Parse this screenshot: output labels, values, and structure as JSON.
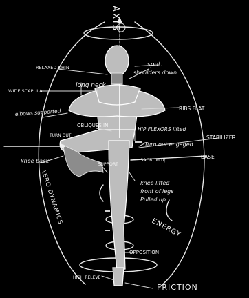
{
  "labels": {
    "axis": "AXIS",
    "spot": "spot.",
    "relaxed_chin": "RELAXED CHIN",
    "shoulders_down": "shoulders down",
    "long_neck": "long neck",
    "wide_scapula": "WIDE SCAPULA",
    "ribs_flat": "RIBS FLAT",
    "elbows_supported": "elbows supported",
    "obliques_in": "OBLIQUES IN",
    "hip_flexors_lifted": "HIP FLEXORS lifted",
    "turnout_engaged": "Turn out engaged",
    "stabilizer": "STABILIZER",
    "turn_out": "TURN OUT",
    "knee_back": "knee back",
    "support": "SUPPORT",
    "sacrum_up": "SACRUM up",
    "base": "BASE",
    "aero_dynamics": "AERO DYNAMICS",
    "knee_lifted": "knee lifted",
    "front_of_legs": "front of legs",
    "pulled_up": "Pulled up",
    "energy": "ENERGY",
    "opposition": "OPPOSITION",
    "high_releve": "HIGH RELEVE",
    "friction": "FRICTION"
  }
}
